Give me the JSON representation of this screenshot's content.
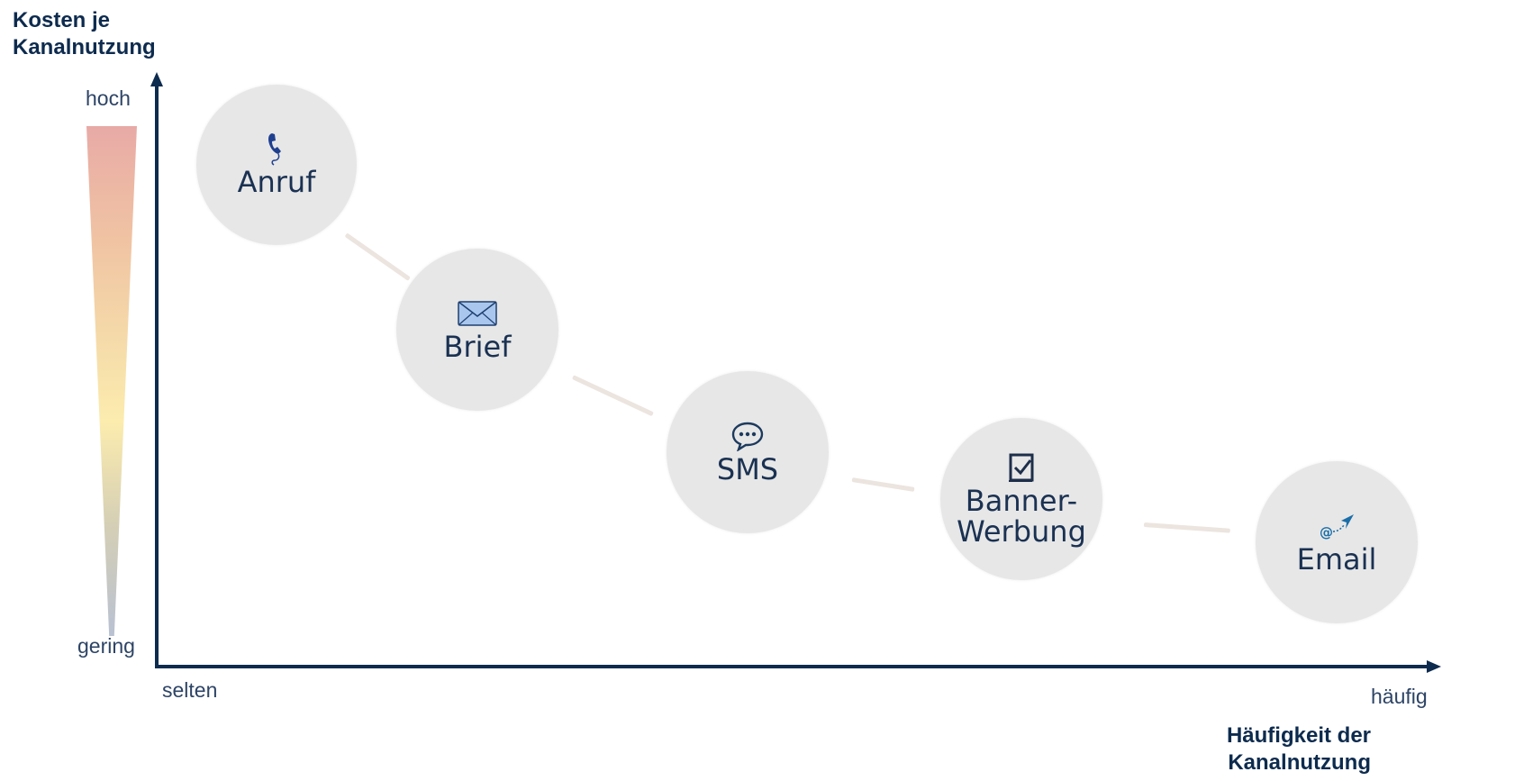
{
  "y_axis": {
    "title": "Kosten je\nKanalnutzung",
    "high_label": "hoch",
    "low_label": "gering"
  },
  "x_axis": {
    "title": "Häufigkeit der\nKanalnutzung",
    "low_label": "selten",
    "high_label": "häufig"
  },
  "channels": [
    {
      "label": "Anruf",
      "icon": "phone-icon"
    },
    {
      "label": "Brief",
      "icon": "envelope-icon"
    },
    {
      "label": "SMS",
      "icon": "chat-bubble-icon"
    },
    {
      "label": "Banner-\nWerbung",
      "icon": "checklist-icon"
    },
    {
      "label": "Email",
      "icon": "email-send-icon"
    }
  ],
  "colors": {
    "axis": "#0d2b4e",
    "circle": "#e7e7e7",
    "connector": "#ece4df",
    "text": "#1a3152"
  }
}
